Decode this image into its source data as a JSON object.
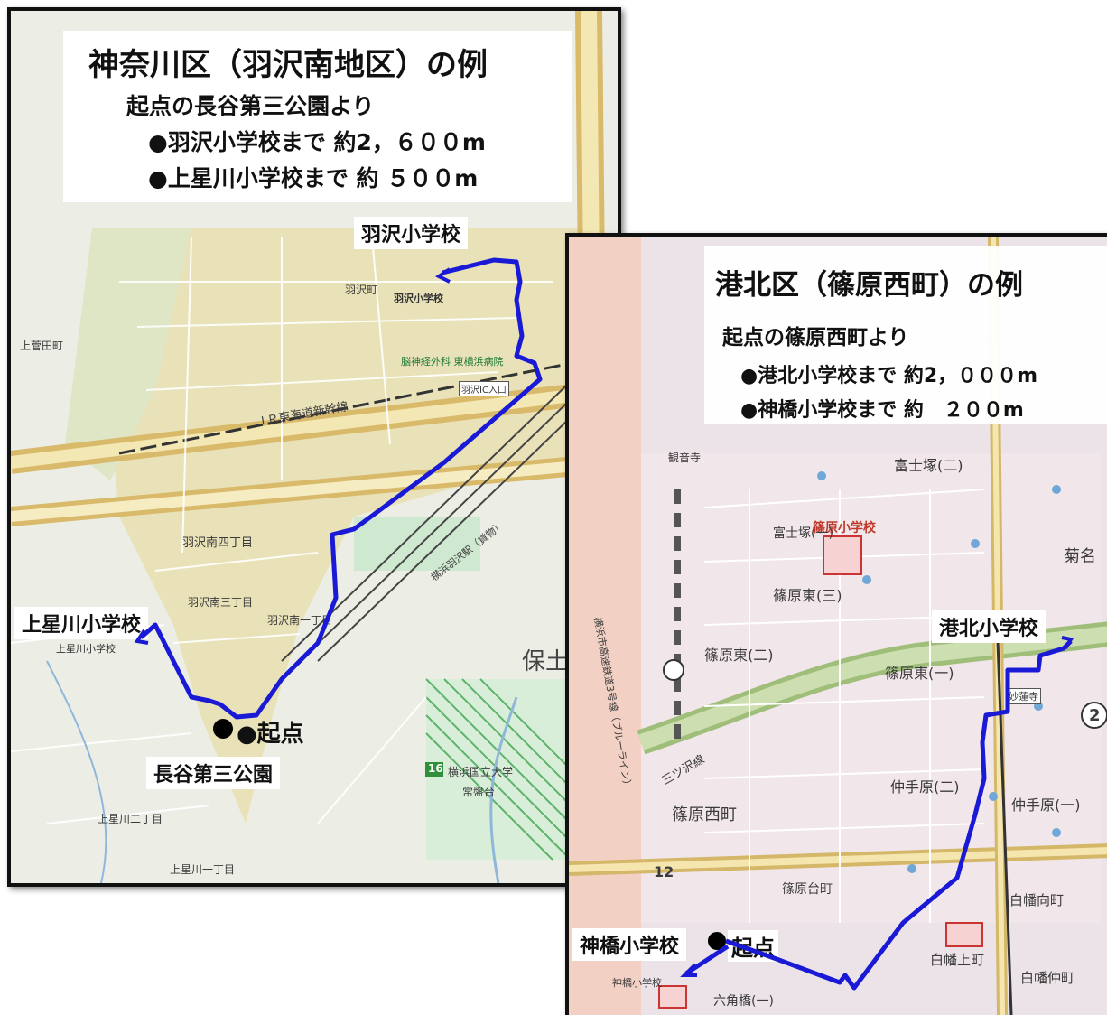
{
  "left_map": {
    "caption": {
      "title": "神奈川区（羽沢南地区）の例",
      "subtitle": "起点の長谷第三公園より",
      "line1": "●羽沢小学校まで 約2，６００m",
      "line2": "●上星川小学校まで 約 ５００m"
    },
    "labels": {
      "school_a": "羽沢小学校",
      "school_a_small": "羽沢小学校",
      "school_b": "上星川小学校",
      "school_b_small": "上星川小学校",
      "start": "●起点",
      "park": "長谷第三公園",
      "ward": "保土ケ谷",
      "town1": "羽沢町",
      "town2": "羽沢南四丁目",
      "town3": "羽沢南三丁目",
      "town4": "羽沢南一丁目",
      "town5": "上菅田町",
      "rail": "ＪＲ東海道新幹線",
      "station": "横浜羽沢駅（貨物）",
      "hospital": "脳神経外科 東横浜病院",
      "ic": "羽沢IC入口",
      "univ": "横浜国立大学",
      "tokiwadai": "常盤台",
      "kamihoshikawa": "上星川二丁目",
      "kamihoshikawa1": "上星川一丁目",
      "route16": "16"
    }
  },
  "right_map": {
    "caption": {
      "title": "港北区（篠原西町）の例",
      "subtitle": "起点の篠原西町より",
      "line1": "●港北小学校まで 約2，０００m",
      "line2": "●神橋小学校まで 約　２００m"
    },
    "labels": {
      "school_a": "港北小学校",
      "school_b": "神橋小学校",
      "start": "起点",
      "school_b_small": "神橋小学校",
      "shinohara_school": "篠原小学校",
      "fujizuka1": "富士塚(一)",
      "fujizuka2": "富士塚(二)",
      "shinohara_higashi1": "篠原東(一)",
      "shinohara_higashi2": "篠原東(二)",
      "shinohara_higashi3": "篠原東(三)",
      "shinohara_nishimachi": "篠原西町",
      "shinohara_daimachi": "篠原台町",
      "nakatehara1": "仲手原(一)",
      "nakatehara2": "仲手原(二)",
      "kikuna": "菊名",
      "hakuraku_mukai": "白幡向町",
      "hakuraku_kami": "白幡上町",
      "hakuraku_naka": "白幡仲町",
      "rokkakubashi": "六角橋(一)",
      "expressway": "横浜市高速鉄道3号線（ブルーライン）",
      "sanbo": "三ツ沢線",
      "route12": "12",
      "route2": "2",
      "kannonji": "観音寺",
      "myorenji": "妙蓮寺"
    }
  }
}
